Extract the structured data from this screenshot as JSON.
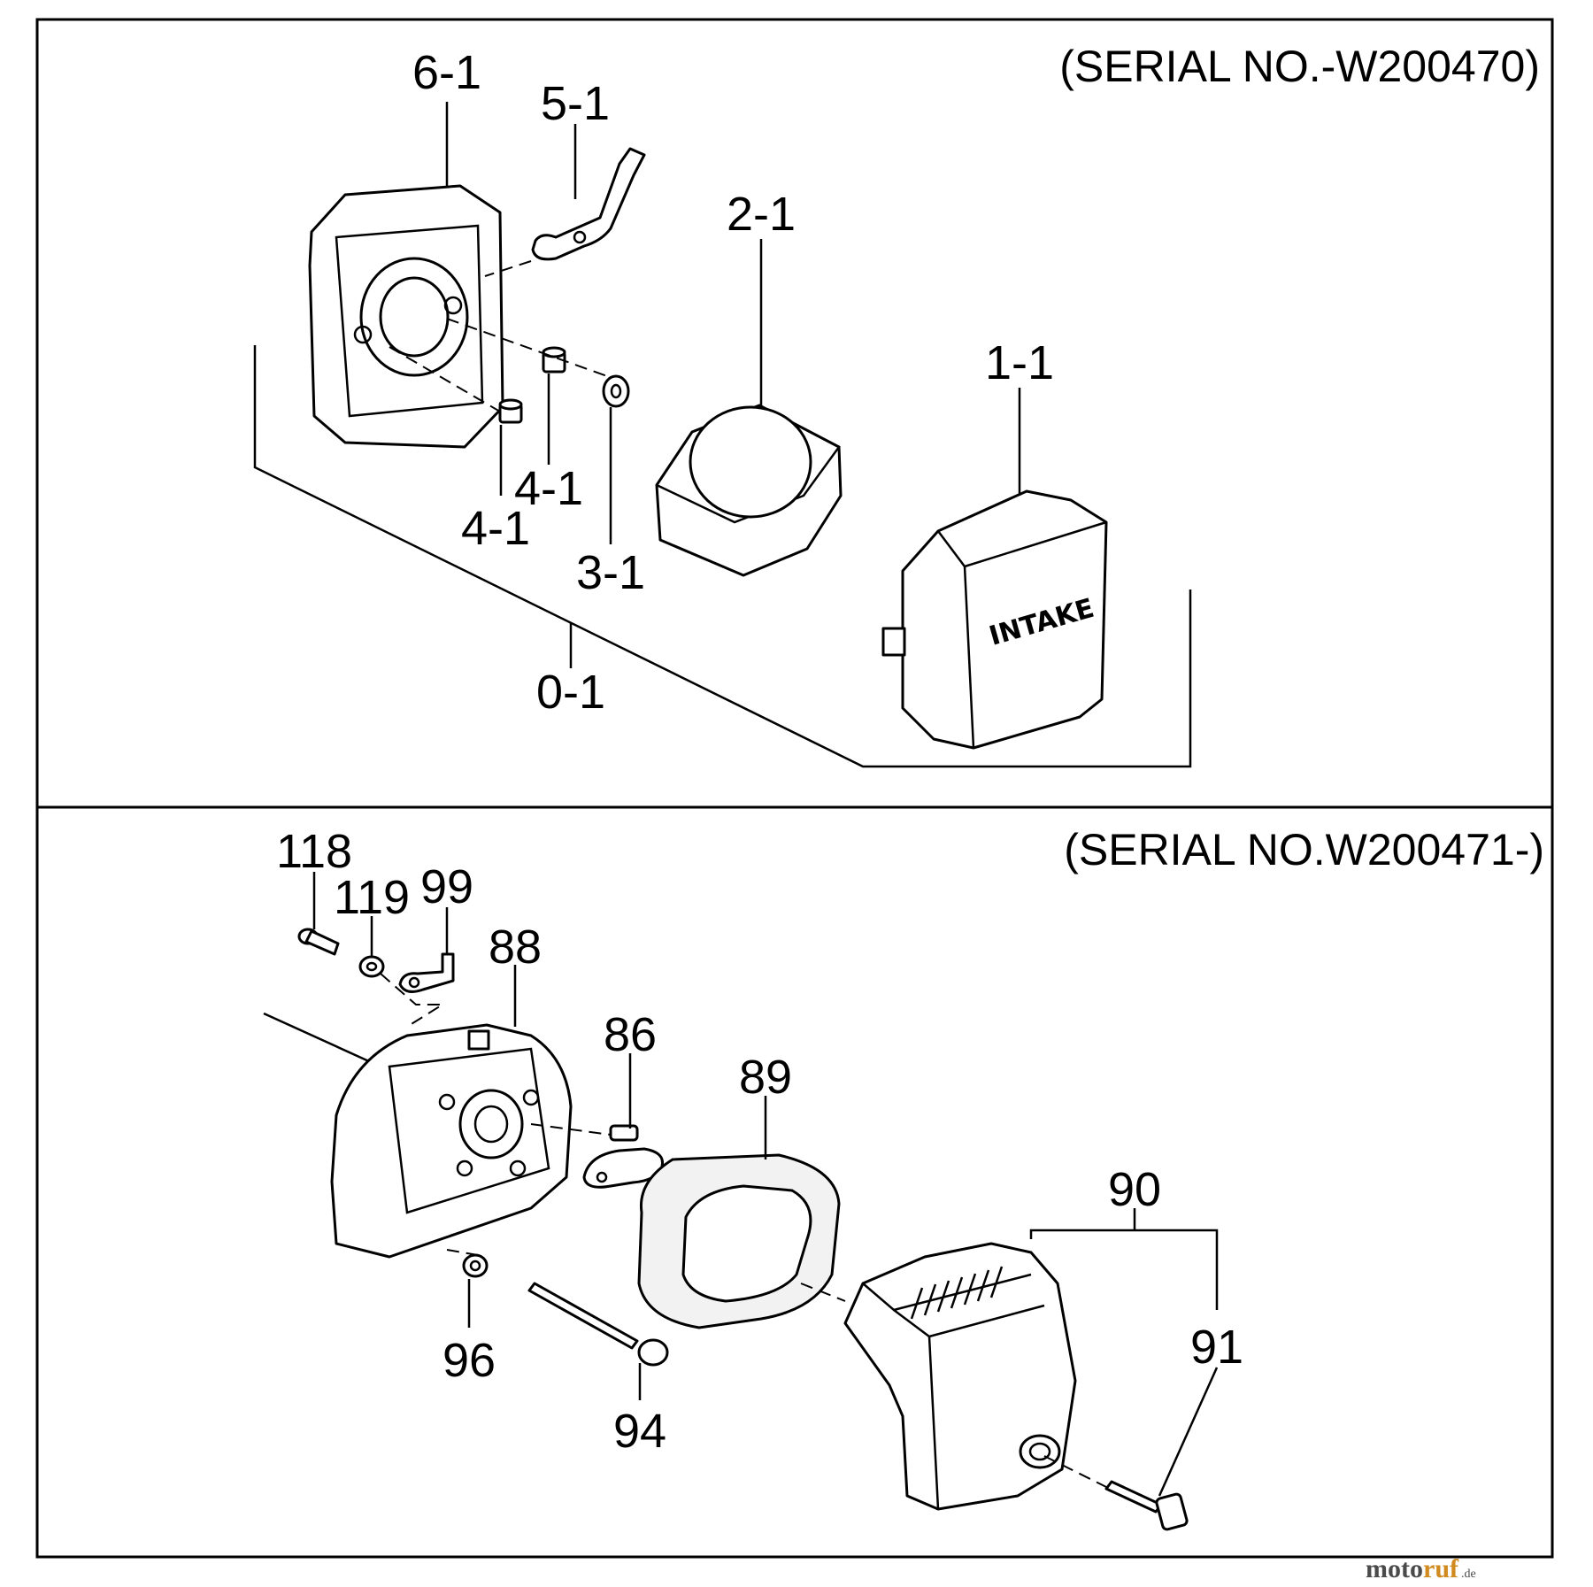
{
  "panels": {
    "top": {
      "serial": "(SERIAL NO.-W200470)",
      "callouts": {
        "p6_1": "6-1",
        "p5_1": "5-1",
        "p2_1": "2-1",
        "p1_1": "1-1",
        "p4_1a": "4-1",
        "p4_1b": "4-1",
        "p3_1": "3-1",
        "p0_1": "0-1"
      },
      "cover_marking": "INTAKE"
    },
    "bottom": {
      "serial": "(SERIAL NO.W200471-)",
      "callouts": {
        "p118": "118",
        "p119": "119",
        "p99": "99",
        "p88": "88",
        "p86": "86",
        "p89": "89",
        "p90": "90",
        "p91": "91",
        "p96": "96",
        "p94": "94"
      }
    }
  },
  "watermark": {
    "part_a": "moto",
    "part_b": "ruf",
    "suffix": ".de"
  }
}
